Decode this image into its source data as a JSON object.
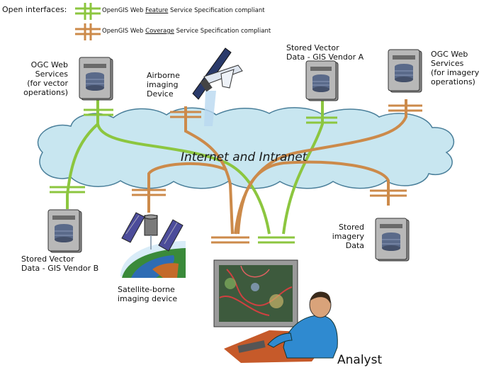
{
  "legend": {
    "heading": "Open interfaces:",
    "feature": {
      "prefix": "OpenGIS Web ",
      "keyword": "Feature",
      "suffix": " Service Specification compliant",
      "color": "#8cc63f"
    },
    "coverage": {
      "prefix": "OpenGIS Web ",
      "keyword": "Coverage",
      "suffix": " Service Specification compliant",
      "color": "#cc8a4a"
    }
  },
  "cloud_label": "Internet and Intranet",
  "nodes": {
    "ogc_vector": "OGC Web\nServices\n(for vector\noperations)",
    "airborne": "Airborne\nimaging\nDevice",
    "vendor_a": "Stored Vector\nData - GIS Vendor A",
    "ogc_imagery": "OGC Web\nServices\n(for imagery\noperations)",
    "vendor_b": "Stored Vector\nData - GIS Vendor B",
    "satellite": "Satellite-borne\nimaging device",
    "stored_imagery": "Stored\nimagery\nData",
    "analyst": "Analyst"
  },
  "colors": {
    "feature_line": "#8cc63f",
    "coverage_line": "#cc8a4a",
    "cloud_fill": "#c8e6f0",
    "cloud_stroke": "#4a7f9a",
    "server_body": "#8a8a8a",
    "disk": "#5a6a8a"
  }
}
